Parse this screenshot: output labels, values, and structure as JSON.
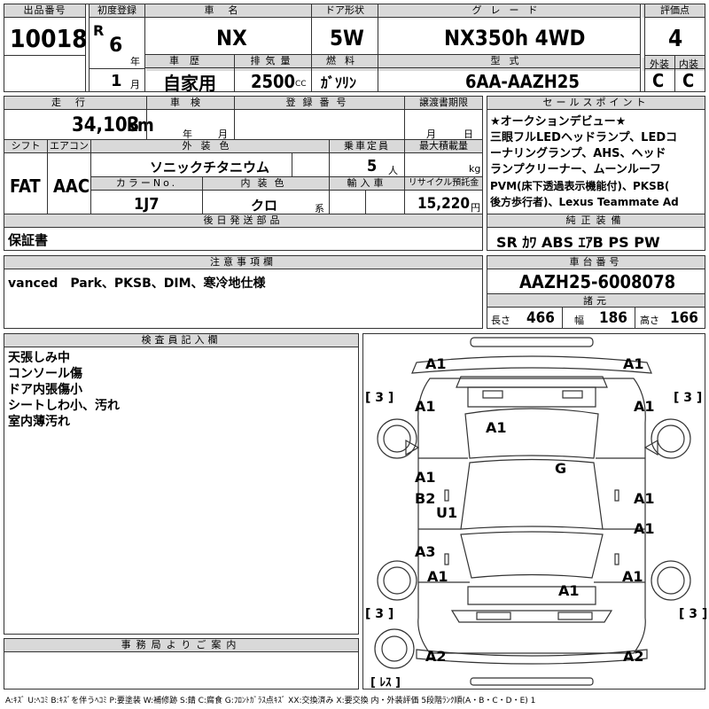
{
  "lot": {
    "label": "出品番号",
    "value": "10018"
  },
  "first_reg": {
    "label": "初度登録",
    "era": "R",
    "year": "6",
    "year_unit": "年",
    "month": "1",
    "month_unit": "月"
  },
  "car_name": {
    "label": "車名",
    "value": "NX"
  },
  "door": {
    "label": "ドア形状",
    "value": "5W"
  },
  "grade": {
    "label": "グレード",
    "value": "NX350h 4WD"
  },
  "score": {
    "label": "評価点",
    "value": "4",
    "ext_label": "外装",
    "int_label": "内装",
    "ext": "C",
    "int": "C"
  },
  "history": {
    "label": "車歴",
    "value": "自家用"
  },
  "displacement": {
    "label": "排気量",
    "value": "2500",
    "unit": "CC"
  },
  "fuel": {
    "label": "燃料",
    "value": "ｶﾞｿﾘﾝ"
  },
  "model": {
    "label": "型式",
    "value": "6AA-AAZH25"
  },
  "mileage": {
    "label": "走行",
    "value": "34,103",
    "unit": "km"
  },
  "inspection": {
    "label": "車検",
    "year_unit": "年",
    "month_unit": "月"
  },
  "reg_number": {
    "label": "登録番号"
  },
  "transfer": {
    "label": "譲渡書期限",
    "month_unit": "月",
    "day_unit": "日"
  },
  "sales_point": {
    "label": "セールスポイント",
    "lines": [
      "★オークションデビュー★",
      "三眼フルLEDヘッドランプ、LEDコ",
      "ーナリングランプ、AHS、ヘッド",
      "ランプクリーナー、ムーンルーフ",
      "PVM(床下透過表示機能付)、PKSB(",
      "後方歩行者)、Lexus Teammate Ad"
    ]
  },
  "shift": {
    "label": "シフト",
    "value": "FAT"
  },
  "aircon": {
    "label": "エアコン",
    "value": "AAC"
  },
  "ext_color": {
    "label": "外装色",
    "value": "ソニックチタニウム"
  },
  "capacity": {
    "label": "乗車定員",
    "value": "5",
    "unit": "人"
  },
  "max_load": {
    "label": "最大積載量",
    "unit": "kg"
  },
  "color_no": {
    "label": "カラーNo.",
    "value": "1J7"
  },
  "int_color": {
    "label": "内装色",
    "value": "クロ",
    "unit": "系"
  },
  "import": {
    "label": "輸入車"
  },
  "recycle": {
    "label": "リサイクル預託金",
    "value": "15,220",
    "unit": "円"
  },
  "later_parts": {
    "label": "後日発送部品",
    "value": "保証書"
  },
  "equipment": {
    "label": "純正装備",
    "value": "SR ｶﾜ ABS ｴｱB PS PW"
  },
  "notes": {
    "label": "注意事項欄",
    "value": "vanced　Park、PKSB、DIM、寒冷地仕様"
  },
  "chassis": {
    "label": "車台番号",
    "value": "AAZH25-6008078"
  },
  "specs": {
    "label": "諸元",
    "length_label": "長さ",
    "length": "466",
    "width_label": "幅",
    "width": "186",
    "height_label": "高さ",
    "height": "166"
  },
  "inspector": {
    "label": "検査員記入欄",
    "lines": [
      "天張しみ中",
      "コンソール傷",
      "ドア内張傷小",
      "シートしわ小、汚れ",
      "室内薄汚れ"
    ]
  },
  "office": {
    "label": "事務局よりご案内"
  },
  "diagram": {
    "marks": [
      "A1",
      "A1",
      "A1",
      "A1",
      "A1",
      "G",
      "A1",
      "B2",
      "U1",
      "A1",
      "A1",
      "A3",
      "A1",
      "A1",
      "A1",
      "A2",
      "A2"
    ],
    "tire_front_left": "[ 3 ]",
    "tire_front_right": "[ 3 ]",
    "tire_rear_left": "[ 3 ]",
    "tire_rear_right": "[ 3 ]",
    "spare": "[ ﾚｽ ]"
  },
  "legend": "A:ｷｽﾞ U:ﾍｺﾐ B:ｷｽﾞを伴うﾍｺﾐ P:要塗装 W:補修跡 S:錆 C:腐食 G:ﾌﾛﾝﾄｶﾞﾗｽ点ｷｽﾞ XX:交換済み X:要交換 内・外装評価 5段階ﾗﾝｸ順(A・B・C・D・E) 1"
}
